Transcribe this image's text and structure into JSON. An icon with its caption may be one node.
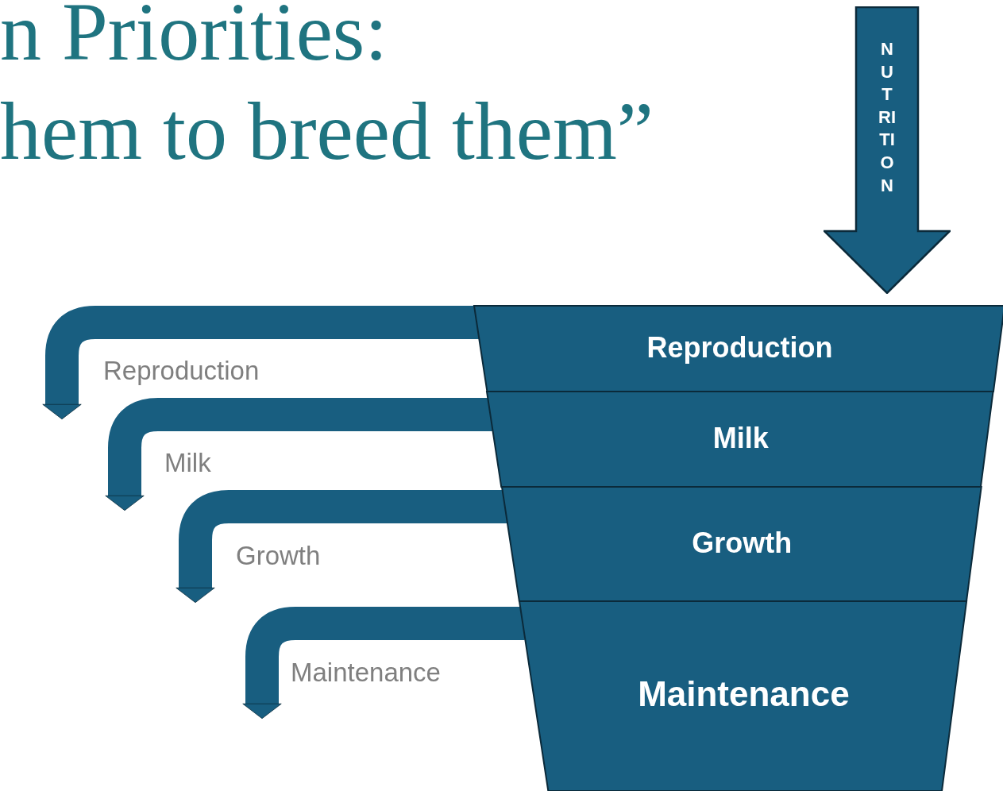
{
  "diagram": {
    "title": "n Priorities: hem to breed them”",
    "nodes": [
      {
        "text": [
          "NUTRITION"
        ]
      },
      {
        "text": [
          "Reproduction"
        ]
      },
      {
        "text": [
          "Milk"
        ]
      },
      {
        "text": [
          "Growth"
        ]
      },
      {
        "text": [
          "Maintenance"
        ]
      }
    ],
    "edges": [
      {
        "from": 1,
        "to": null,
        "arrow": "to",
        "label": "Reproduction"
      },
      {
        "from": 2,
        "to": null,
        "arrow": "to",
        "label": "Milk"
      },
      {
        "from": 3,
        "to": null,
        "arrow": "to",
        "label": "Growth"
      },
      {
        "from": 4,
        "to": null,
        "arrow": "to",
        "label": "Maintenance"
      }
    ]
  }
}
